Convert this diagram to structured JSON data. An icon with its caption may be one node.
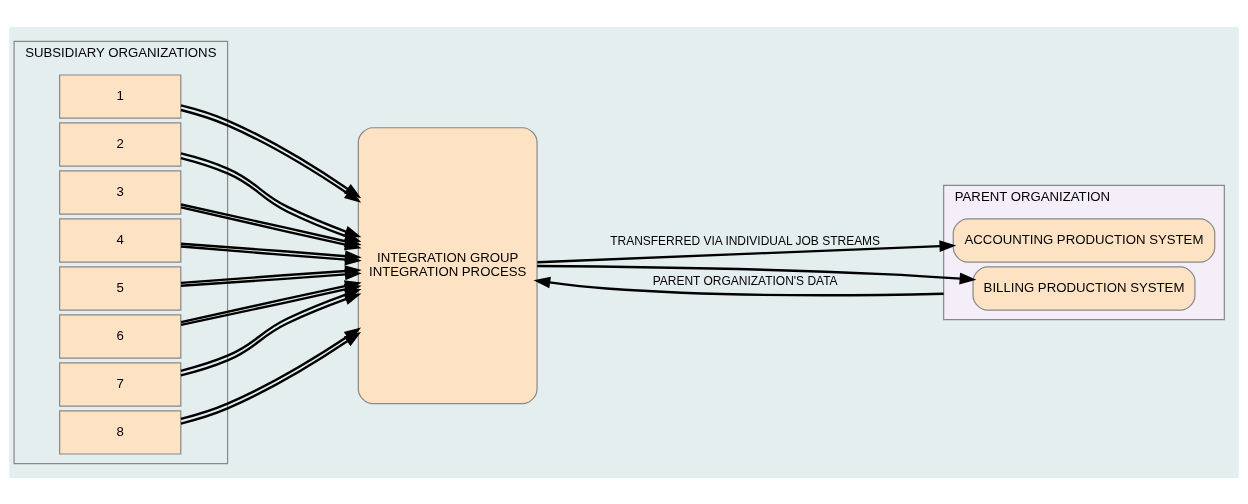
{
  "diagram": {
    "nodes": [
      {
        "text": [
          "SUBSIDIARY ORGANIZATIONS"
        ]
      },
      {
        "text": [
          "1"
        ],
        "in": 0
      },
      {
        "text": [
          "2"
        ],
        "in": 0
      },
      {
        "text": [
          "3"
        ],
        "in": 0
      },
      {
        "text": [
          "4"
        ],
        "in": 0
      },
      {
        "text": [
          "5"
        ],
        "in": 0
      },
      {
        "text": [
          "6"
        ],
        "in": 0
      },
      {
        "text": [
          "7"
        ],
        "in": 0
      },
      {
        "text": [
          "8"
        ],
        "in": 0
      },
      {
        "text": [
          "INTEGRATION GROUP",
          "INTEGRATION PROCESS"
        ]
      },
      {
        "text": [
          "PARENT ORGANIZATION"
        ]
      },
      {
        "text": [
          "ACCOUNTING PRODUCTION SYSTEM"
        ],
        "in": 10
      },
      {
        "text": [
          "BILLING PRODUCTION SYSTEM"
        ],
        "in": 10
      }
    ],
    "edges": [
      {
        "from": 1,
        "to": 9,
        "arrow": "to"
      },
      {
        "from": 1,
        "to": 9,
        "arrow": "to"
      },
      {
        "from": 2,
        "to": 9,
        "arrow": "to"
      },
      {
        "from": 2,
        "to": 9,
        "arrow": "to"
      },
      {
        "from": 3,
        "to": 9,
        "arrow": "to"
      },
      {
        "from": 3,
        "to": 9,
        "arrow": "to"
      },
      {
        "from": 4,
        "to": 9,
        "arrow": "to"
      },
      {
        "from": 4,
        "to": 9,
        "arrow": "to"
      },
      {
        "from": 5,
        "to": 9,
        "arrow": "to"
      },
      {
        "from": 5,
        "to": 9,
        "arrow": "to"
      },
      {
        "from": 6,
        "to": 9,
        "arrow": "to"
      },
      {
        "from": 6,
        "to": 9,
        "arrow": "to"
      },
      {
        "from": 7,
        "to": 9,
        "arrow": "to"
      },
      {
        "from": 7,
        "to": 9,
        "arrow": "to"
      },
      {
        "from": 8,
        "to": 9,
        "arrow": "to"
      },
      {
        "from": 8,
        "to": 9,
        "arrow": "to"
      },
      {
        "from": 9,
        "to": 11,
        "label": "TRANSFERRED VIA INDIVIDUAL JOB STREAMS",
        "arrow": "to"
      },
      {
        "from": 9,
        "to": 12,
        "arrow": "to"
      },
      {
        "from": 10,
        "to": 9,
        "label": "PARENT ORGANIZATION'S DATA",
        "arrow": "to"
      }
    ]
  }
}
